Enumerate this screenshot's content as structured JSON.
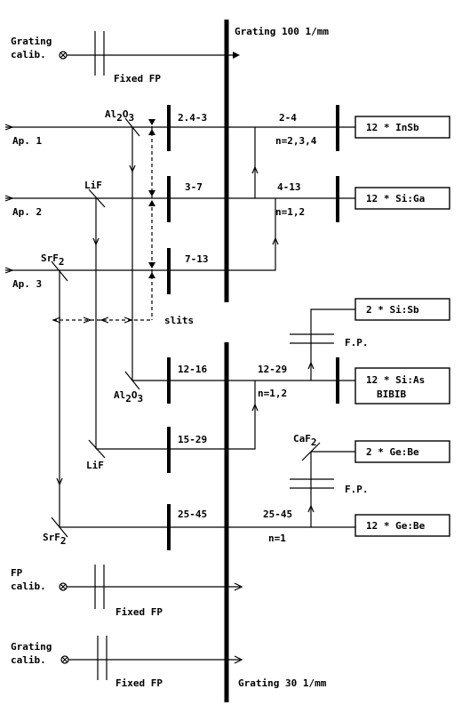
{
  "gratings": {
    "top": "Grating 100 1/mm",
    "bottom": "Grating 30 1/mm"
  },
  "calibration": {
    "grating_top": [
      "Grating",
      "calib."
    ],
    "fp": [
      "FP",
      "calib."
    ],
    "grating_bottom": [
      "Grating",
      "calib."
    ],
    "fixed_fp": "Fixed FP"
  },
  "apertures": [
    "Ap. 1",
    "Ap. 2",
    "Ap. 3"
  ],
  "dichroics": {
    "top": [
      {
        "base": "Al",
        "s1": "2",
        "mid": "O",
        "s2": "3"
      },
      {
        "base": "LiF"
      },
      {
        "base": "SrF",
        "s1": "2"
      }
    ],
    "bottom": [
      {
        "base": "Al",
        "s1": "2",
        "mid": "O",
        "s2": "3"
      },
      {
        "base": "LiF"
      },
      {
        "base": "SrF",
        "s1": "2"
      }
    ],
    "caf2": {
      "base": "CaF",
      "s1": "2"
    }
  },
  "slits_label": "slits",
  "wavelength_ranges": {
    "input": [
      "2.4-3",
      "3-7",
      "7-13",
      "12-16",
      "15-29",
      "25-45"
    ],
    "output": [
      "2-4",
      "4-13",
      "12-29",
      "25-45"
    ]
  },
  "orders": [
    "n=2,3,4",
    "n=1,2",
    "n=1,2",
    "n=1"
  ],
  "fp_labels": [
    "F.P.",
    "F.P."
  ],
  "detectors": [
    {
      "label": "12 * InSb"
    },
    {
      "label": "12 * Si:Ga"
    },
    {
      "label": "2 * Si:Sb"
    },
    {
      "label": "12 * Si:As",
      "sub": "BIBIB"
    },
    {
      "label": "2 * Ge:Be"
    },
    {
      "label": "12 * Ge:Be"
    }
  ]
}
